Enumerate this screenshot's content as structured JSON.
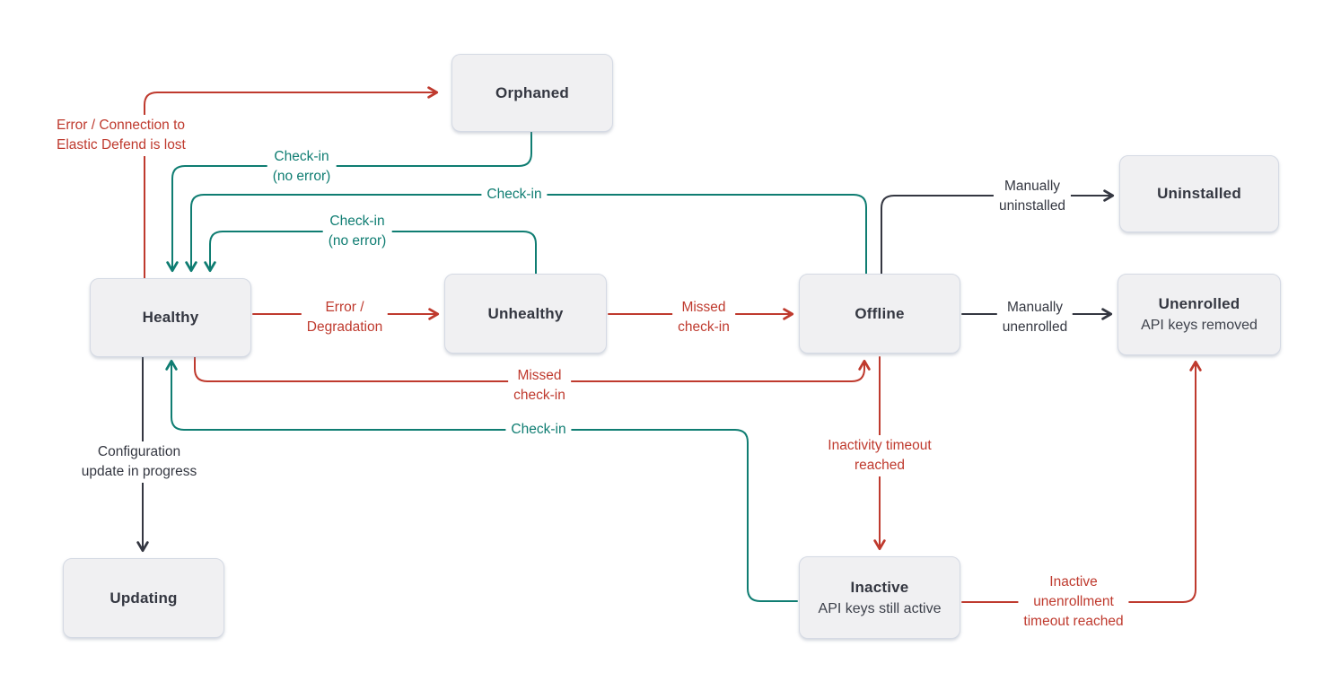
{
  "diagram": {
    "type": "state-flow",
    "description": "Elastic Agent status state diagram",
    "colors": {
      "error": "#bf3a2e",
      "success": "#0f7d72",
      "neutral": "#343741",
      "node_fill": "#f0f0f2",
      "node_border": "#d5dae4",
      "background": "#ffffff"
    },
    "nodes": {
      "orphaned": {
        "title": "Orphaned"
      },
      "healthy": {
        "title": "Healthy"
      },
      "unhealthy": {
        "title": "Unhealthy"
      },
      "offline": {
        "title": "Offline"
      },
      "uninstalled": {
        "title": "Uninstalled"
      },
      "unenrolled": {
        "title": "Unenrolled",
        "subtitle": "API keys removed"
      },
      "updating": {
        "title": "Updating"
      },
      "inactive": {
        "title": "Inactive",
        "subtitle": "API keys still active"
      }
    },
    "edges": {
      "healthy_to_orphaned": {
        "from": "Healthy",
        "to": "Orphaned",
        "type": "error",
        "label": "Error / Connection to\nElastic Defend is lost"
      },
      "orphaned_to_healthy": {
        "from": "Orphaned",
        "to": "Healthy",
        "type": "success",
        "label": "Check-in\n(no error)"
      },
      "offline_to_healthy": {
        "from": "Offline",
        "to": "Healthy",
        "type": "success",
        "label": "Check-in"
      },
      "unhealthy_to_healthy": {
        "from": "Unhealthy",
        "to": "Healthy",
        "type": "success",
        "label": "Check-in\n(no error)"
      },
      "healthy_to_unhealthy": {
        "from": "Healthy",
        "to": "Unhealthy",
        "type": "error",
        "label": "Error /\nDegradation"
      },
      "unhealthy_to_offline": {
        "from": "Unhealthy",
        "to": "Offline",
        "type": "error",
        "label": "Missed\ncheck-in"
      },
      "healthy_to_offline": {
        "from": "Healthy",
        "to": "Offline",
        "type": "error",
        "label": "Missed\ncheck-in"
      },
      "inactive_to_healthy": {
        "from": "Inactive",
        "to": "Healthy",
        "type": "success",
        "label": "Check-in"
      },
      "healthy_to_updating": {
        "from": "Healthy",
        "to": "Updating",
        "type": "neutral",
        "label": "Configuration\nupdate in progress"
      },
      "offline_to_uninstalled": {
        "from": "Offline",
        "to": "Uninstalled",
        "type": "neutral",
        "label": "Manually\nuninstalled"
      },
      "offline_to_unenrolled": {
        "from": "Offline",
        "to": "Unenrolled",
        "type": "neutral",
        "label": "Manually\nunenrolled"
      },
      "offline_to_inactive": {
        "from": "Offline",
        "to": "Inactive",
        "type": "error",
        "label": "Inactivity timeout\nreached"
      },
      "inactive_to_unenrolled": {
        "from": "Inactive",
        "to": "Unenrolled",
        "type": "error",
        "label": "Inactive\nunenrollment\ntimeout reached"
      }
    }
  }
}
